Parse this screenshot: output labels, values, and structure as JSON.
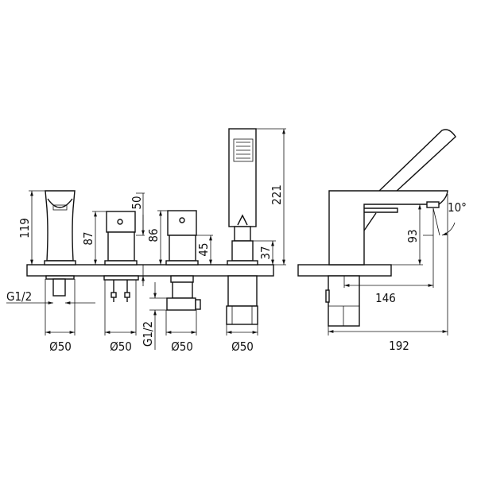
{
  "dimensions": {
    "spout_height": "119",
    "hot_valve_height": "87",
    "valve_offset": "50",
    "cold_valve_height": "86",
    "cold_valve_lower": "45",
    "shower_holder_height": "37",
    "shower_total_height": "221",
    "thread_left": "G1/2",
    "thread_mid": "G1/2",
    "diameters": [
      "Ø50",
      "Ø50",
      "Ø50",
      "Ø50"
    ],
    "side_spout_height": "93",
    "side_reach": "146",
    "side_total_depth": "192",
    "spout_angle": "10°"
  }
}
